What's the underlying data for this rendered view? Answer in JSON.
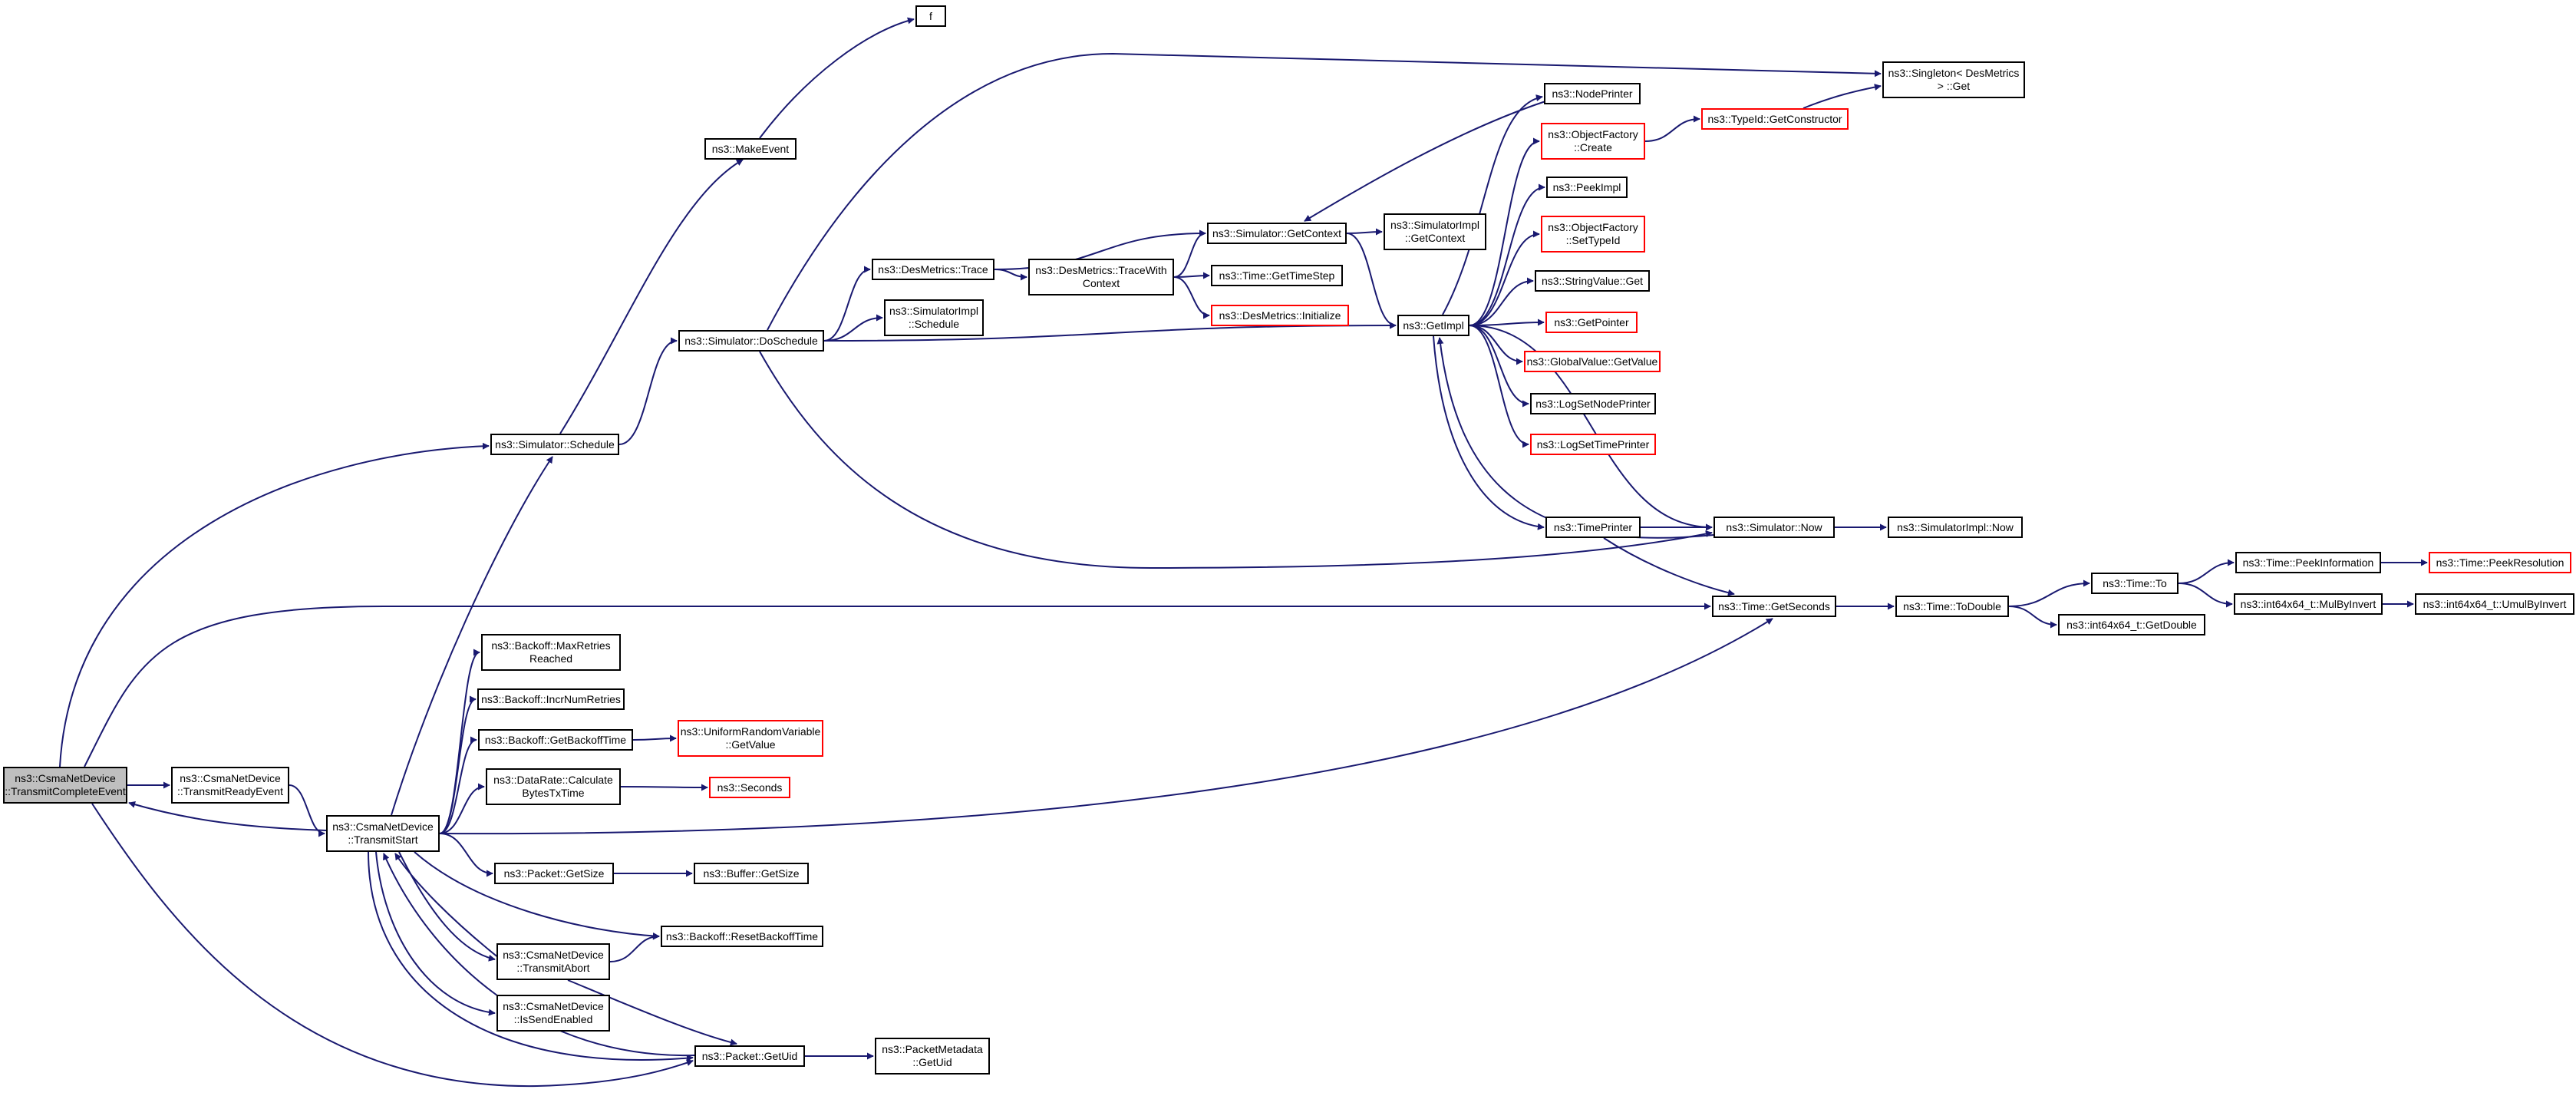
{
  "diagram": {
    "title": "",
    "nodes": [
      {
        "id": "root",
        "lines": [
          "ns3::CsmaNetDevice",
          "::TransmitCompleteEvent"
        ],
        "style": "root"
      },
      {
        "id": "readyEvent",
        "lines": [
          "ns3::CsmaNetDevice",
          "::TransmitReadyEvent"
        ],
        "style": "normal"
      },
      {
        "id": "transmitStart",
        "lines": [
          "ns3::CsmaNetDevice",
          "::TransmitStart"
        ],
        "style": "normal"
      },
      {
        "id": "schedule",
        "lines": [
          "ns3::Simulator::Schedule"
        ],
        "style": "normal"
      },
      {
        "id": "makeEvent",
        "lines": [
          "ns3::MakeEvent"
        ],
        "style": "normal"
      },
      {
        "id": "f",
        "lines": [
          "f"
        ],
        "style": "normal"
      },
      {
        "id": "doSchedule",
        "lines": [
          "ns3::Simulator::DoSchedule"
        ],
        "style": "normal"
      },
      {
        "id": "desTrace",
        "lines": [
          "ns3::DesMetrics::Trace"
        ],
        "style": "normal"
      },
      {
        "id": "implSchedule",
        "lines": [
          "ns3::SimulatorImpl",
          "::Schedule"
        ],
        "style": "normal"
      },
      {
        "id": "traceWithContext",
        "lines": [
          "ns3::DesMetrics::TraceWith",
          "Context"
        ],
        "style": "normal"
      },
      {
        "id": "getContext",
        "lines": [
          "ns3::Simulator::GetContext"
        ],
        "style": "normal"
      },
      {
        "id": "getTimeStep",
        "lines": [
          "ns3::Time::GetTimeStep"
        ],
        "style": "normal"
      },
      {
        "id": "desInit",
        "lines": [
          "ns3::DesMetrics::Initialize"
        ],
        "style": "red"
      },
      {
        "id": "implGetContext",
        "lines": [
          "ns3::SimulatorImpl",
          "::GetContext"
        ],
        "style": "normal"
      },
      {
        "id": "getImpl",
        "lines": [
          "ns3::GetImpl"
        ],
        "style": "normal"
      },
      {
        "id": "nodePrinter",
        "lines": [
          "ns3::NodePrinter"
        ],
        "style": "normal"
      },
      {
        "id": "ofCreate",
        "lines": [
          "ns3::ObjectFactory",
          "::Create"
        ],
        "style": "red"
      },
      {
        "id": "typeIdCtor",
        "lines": [
          "ns3::TypeId::GetConstructor"
        ],
        "style": "red"
      },
      {
        "id": "singletonGet",
        "lines": [
          "ns3::Singleton< DesMetrics",
          "> ::Get"
        ],
        "style": "normal"
      },
      {
        "id": "peekImpl",
        "lines": [
          "ns3::PeekImpl"
        ],
        "style": "normal"
      },
      {
        "id": "ofSetTypeId",
        "lines": [
          "ns3::ObjectFactory",
          "::SetTypeId"
        ],
        "style": "red"
      },
      {
        "id": "stringValueGet",
        "lines": [
          "ns3::StringValue::Get"
        ],
        "style": "normal"
      },
      {
        "id": "getPointer",
        "lines": [
          "ns3::GetPointer"
        ],
        "style": "red"
      },
      {
        "id": "globalValue",
        "lines": [
          "ns3::GlobalValue::GetValue"
        ],
        "style": "red"
      },
      {
        "id": "logNodePrinter",
        "lines": [
          "ns3::LogSetNodePrinter"
        ],
        "style": "normal"
      },
      {
        "id": "logTimePrinter",
        "lines": [
          "ns3::LogSetTimePrinter"
        ],
        "style": "red"
      },
      {
        "id": "timePrinter",
        "lines": [
          "ns3::TimePrinter"
        ],
        "style": "normal"
      },
      {
        "id": "simNow",
        "lines": [
          "ns3::Simulator::Now"
        ],
        "style": "normal"
      },
      {
        "id": "implNow",
        "lines": [
          "ns3::SimulatorImpl::Now"
        ],
        "style": "normal"
      },
      {
        "id": "getSeconds",
        "lines": [
          "ns3::Time::GetSeconds"
        ],
        "style": "normal"
      },
      {
        "id": "toDouble",
        "lines": [
          "ns3::Time::ToDouble"
        ],
        "style": "normal"
      },
      {
        "id": "timeTo",
        "lines": [
          "ns3::Time::To"
        ],
        "style": "normal"
      },
      {
        "id": "peekInfo",
        "lines": [
          "ns3::Time::PeekInformation"
        ],
        "style": "normal"
      },
      {
        "id": "peekRes",
        "lines": [
          "ns3::Time::PeekResolution"
        ],
        "style": "red"
      },
      {
        "id": "i64GetDouble",
        "lines": [
          "ns3::int64x64_t::GetDouble"
        ],
        "style": "normal"
      },
      {
        "id": "mulByInvert",
        "lines": [
          "ns3::int64x64_t::MulByInvert"
        ],
        "style": "normal"
      },
      {
        "id": "umulByInvert",
        "lines": [
          "ns3::int64x64_t::UmulByInvert"
        ],
        "style": "normal"
      },
      {
        "id": "maxRetries",
        "lines": [
          "ns3::Backoff::MaxRetries",
          "Reached"
        ],
        "style": "normal"
      },
      {
        "id": "incrRetries",
        "lines": [
          "ns3::Backoff::IncrNumRetries"
        ],
        "style": "normal"
      },
      {
        "id": "getBackoffTime",
        "lines": [
          "ns3::Backoff::GetBackoffTime"
        ],
        "style": "normal"
      },
      {
        "id": "uniformGetValue",
        "lines": [
          "ns3::UniformRandomVariable",
          "::GetValue"
        ],
        "style": "red"
      },
      {
        "id": "calcBytes",
        "lines": [
          "ns3::DataRate::Calculate",
          "BytesTxTime"
        ],
        "style": "normal"
      },
      {
        "id": "seconds",
        "lines": [
          "ns3::Seconds"
        ],
        "style": "red"
      },
      {
        "id": "packetGetSize",
        "lines": [
          "ns3::Packet::GetSize"
        ],
        "style": "normal"
      },
      {
        "id": "bufferGetSize",
        "lines": [
          "ns3::Buffer::GetSize"
        ],
        "style": "normal"
      },
      {
        "id": "resetBackoff",
        "lines": [
          "ns3::Backoff::ResetBackoffTime"
        ],
        "style": "normal"
      },
      {
        "id": "transmitAbort",
        "lines": [
          "ns3::CsmaNetDevice",
          "::TransmitAbort"
        ],
        "style": "normal"
      },
      {
        "id": "isSendEnabled",
        "lines": [
          "ns3::CsmaNetDevice",
          "::IsSendEnabled"
        ],
        "style": "normal"
      },
      {
        "id": "packetGetUid",
        "lines": [
          "ns3::Packet::GetUid"
        ],
        "style": "normal"
      },
      {
        "id": "metaGetUid",
        "lines": [
          "ns3::PacketMetadata",
          "::GetUid"
        ],
        "style": "normal"
      }
    ],
    "edges": [
      [
        "root",
        "readyEvent"
      ],
      [
        "readyEvent",
        "transmitStart"
      ],
      [
        "transmitStart",
        "root"
      ],
      [
        "root",
        "schedule"
      ],
      [
        "root",
        "getSeconds"
      ],
      [
        "root",
        "packetGetUid"
      ],
      [
        "schedule",
        "makeEvent"
      ],
      [
        "makeEvent",
        "f"
      ],
      [
        "schedule",
        "doSchedule"
      ],
      [
        "doSchedule",
        "desTrace"
      ],
      [
        "doSchedule",
        "implSchedule"
      ],
      [
        "doSchedule",
        "getImpl"
      ],
      [
        "doSchedule",
        "singletonGet"
      ],
      [
        "doSchedule",
        "simNow"
      ],
      [
        "desTrace",
        "traceWithContext"
      ],
      [
        "desTrace",
        "getContext"
      ],
      [
        "traceWithContext",
        "getContext"
      ],
      [
        "traceWithContext",
        "getTimeStep"
      ],
      [
        "traceWithContext",
        "desInit"
      ],
      [
        "getContext",
        "implGetContext"
      ],
      [
        "getContext",
        "getImpl"
      ],
      [
        "getImpl",
        "nodePrinter"
      ],
      [
        "getImpl",
        "ofCreate"
      ],
      [
        "getImpl",
        "peekImpl"
      ],
      [
        "getImpl",
        "ofSetTypeId"
      ],
      [
        "getImpl",
        "stringValueGet"
      ],
      [
        "getImpl",
        "getPointer"
      ],
      [
        "getImpl",
        "globalValue"
      ],
      [
        "getImpl",
        "logNodePrinter"
      ],
      [
        "getImpl",
        "logTimePrinter"
      ],
      [
        "getImpl",
        "timePrinter"
      ],
      [
        "getImpl",
        "simNow"
      ],
      [
        "nodePrinter",
        "getContext"
      ],
      [
        "ofCreate",
        "typeIdCtor"
      ],
      [
        "typeIdCtor",
        "singletonGet"
      ],
      [
        "timePrinter",
        "simNow"
      ],
      [
        "timePrinter",
        "getSeconds"
      ],
      [
        "simNow",
        "getImpl"
      ],
      [
        "simNow",
        "implNow"
      ],
      [
        "getSeconds",
        "toDouble"
      ],
      [
        "toDouble",
        "timeTo"
      ],
      [
        "toDouble",
        "i64GetDouble"
      ],
      [
        "timeTo",
        "peekInfo"
      ],
      [
        "timeTo",
        "mulByInvert"
      ],
      [
        "peekInfo",
        "peekRes"
      ],
      [
        "mulByInvert",
        "umulByInvert"
      ],
      [
        "transmitStart",
        "schedule"
      ],
      [
        "transmitStart",
        "maxRetries"
      ],
      [
        "transmitStart",
        "incrRetries"
      ],
      [
        "transmitStart",
        "getBackoffTime"
      ],
      [
        "transmitStart",
        "calcBytes"
      ],
      [
        "transmitStart",
        "getSeconds"
      ],
      [
        "transmitStart",
        "packetGetSize"
      ],
      [
        "transmitStart",
        "resetBackoff"
      ],
      [
        "transmitStart",
        "transmitAbort"
      ],
      [
        "transmitStart",
        "isSendEnabled"
      ],
      [
        "transmitStart",
        "packetGetUid"
      ],
      [
        "getBackoffTime",
        "uniformGetValue"
      ],
      [
        "calcBytes",
        "seconds"
      ],
      [
        "packetGetSize",
        "bufferGetSize"
      ],
      [
        "transmitAbort",
        "transmitStart"
      ],
      [
        "transmitAbort",
        "resetBackoff"
      ],
      [
        "transmitAbort",
        "packetGetUid"
      ],
      [
        "packetGetUid",
        "transmitStart"
      ],
      [
        "packetGetUid",
        "metaGetUid"
      ]
    ]
  }
}
